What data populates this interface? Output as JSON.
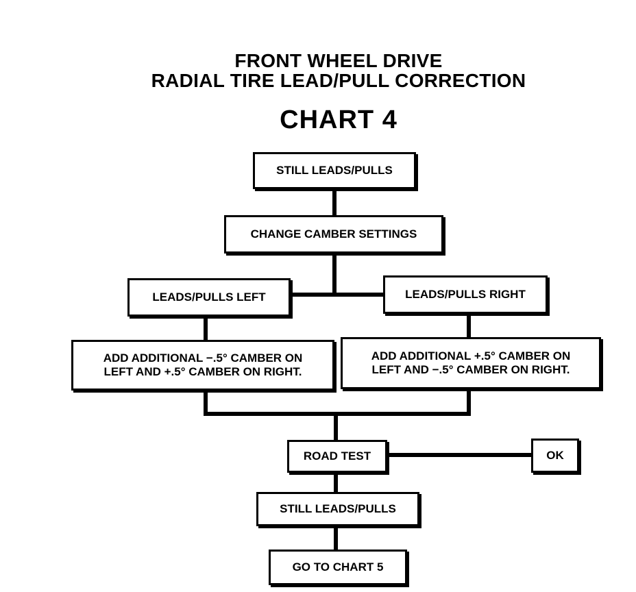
{
  "header": {
    "line1": "FRONT WHEEL DRIVE",
    "line2": "RADIAL TIRE LEAD/PULL CORRECTION",
    "chart_title": "CHART 4"
  },
  "nodes": {
    "still_leads_top": "STILL LEADS/PULLS",
    "change_camber": "CHANGE CAMBER SETTINGS",
    "leads_left": "LEADS/PULLS LEFT",
    "leads_right": "LEADS/PULLS RIGHT",
    "add_left": "ADD ADDITIONAL  −.5° CAMBER ON\nLEFT AND +.5° CAMBER ON RIGHT.",
    "add_right": "ADD ADDITIONAL  +.5° CAMBER ON\nLEFT AND  −.5° CAMBER ON RIGHT.",
    "road_test": "ROAD TEST",
    "ok": "OK",
    "still_leads_bottom": "STILL LEADS/PULLS",
    "go_to_chart": "GO TO CHART 5"
  }
}
